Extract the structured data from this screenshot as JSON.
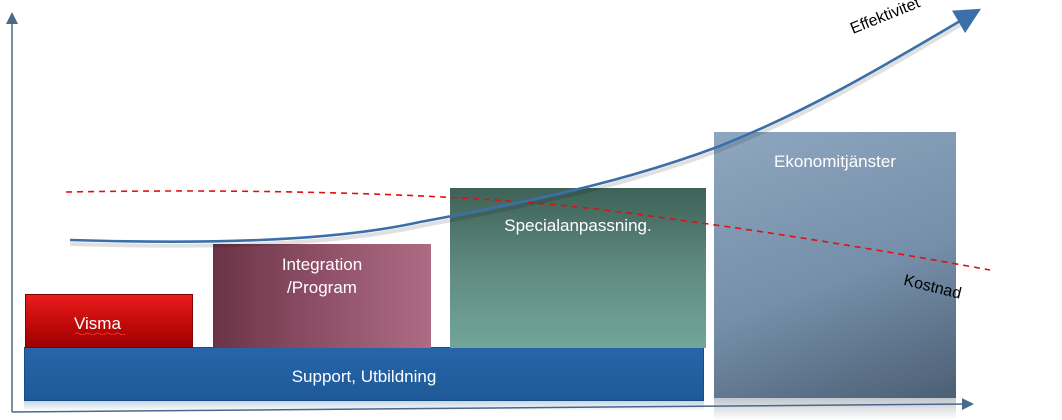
{
  "boxes": {
    "visma": {
      "label": "Visma"
    },
    "integration": {
      "label": "Integration\n/Program"
    },
    "special": {
      "label": "Specialanpassning."
    },
    "ekonomi": {
      "label": "Ekonomitjänster"
    },
    "support": {
      "label": "Support, Utbildning"
    }
  },
  "curves": {
    "effektivitet": {
      "label": "Effektivitet",
      "color": "#3b6fa8"
    },
    "kostnad": {
      "label": "Kostnad",
      "color": "#e01010"
    }
  },
  "colors": {
    "axis": "#4a6a8a",
    "visma": "#c90d0d",
    "integration": "#8c4d64",
    "special": "#5f8a80",
    "ekonomi": "#758ea9",
    "support": "#1e5a99"
  }
}
